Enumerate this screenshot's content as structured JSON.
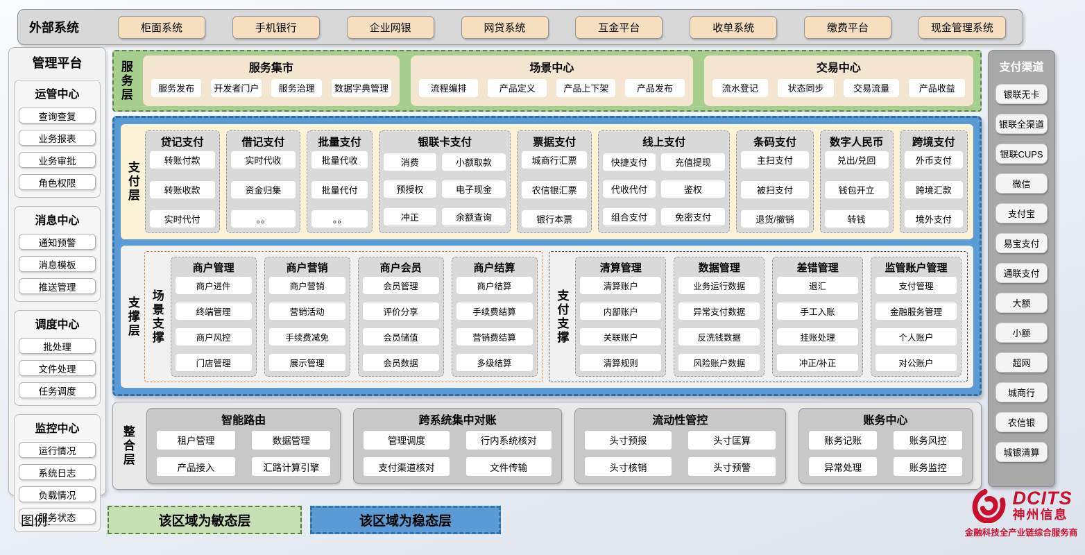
{
  "external": {
    "label": "外部系统",
    "systems": [
      "柜面系统",
      "手机银行",
      "企业网银",
      "网贷系统",
      "互金平台",
      "收单系统",
      "缴费平台",
      "现金管理系统"
    ]
  },
  "mgmt": {
    "title": "管理平台",
    "sections": [
      {
        "title": "运管中心",
        "items": [
          "查询查复",
          "业务报表",
          "业务审批",
          "角色权限"
        ]
      },
      {
        "title": "消息中心",
        "items": [
          "通知预警",
          "消息模板",
          "推送管理"
        ]
      },
      {
        "title": "调度中心",
        "items": [
          "批处理",
          "文件处理",
          "任务调度"
        ]
      },
      {
        "title": "监控中心",
        "items": [
          "运行情况",
          "系统日志",
          "负载情况",
          "服务状态"
        ]
      }
    ]
  },
  "service": {
    "label": "服务层",
    "groups": [
      {
        "title": "服务集市",
        "items": [
          "服务发布",
          "开发者门户",
          "服务治理",
          "数据字典管理"
        ]
      },
      {
        "title": "场景中心",
        "items": [
          "流程编排",
          "产品定义",
          "产品上下架",
          "产品发布"
        ]
      },
      {
        "title": "交易中心",
        "items": [
          "流水登记",
          "状态同步",
          "交易流量",
          "产品收益"
        ]
      }
    ]
  },
  "pay": {
    "label": "支付层",
    "cols": [
      {
        "title": "贷记支付",
        "items": [
          "转账付款",
          "转账收款",
          "实时代付"
        ]
      },
      {
        "title": "借记支付",
        "items": [
          "实时代收",
          "资金归集",
          "。。"
        ]
      },
      {
        "title": "批量支付",
        "items": [
          "批量代收",
          "批量代付",
          "。。"
        ]
      },
      {
        "title": "银联卡支付",
        "items": [
          "消费",
          "小额取款",
          "预授权",
          "电子现金",
          "冲正",
          "余额查询"
        ]
      },
      {
        "title": "票据支付",
        "items": [
          "城商行汇票",
          "农信银汇票",
          "银行本票"
        ]
      },
      {
        "title": "线上支付",
        "items": [
          "快捷支付",
          "充值提现",
          "代收代付",
          "鉴权",
          "组合支付",
          "免密支付"
        ]
      },
      {
        "title": "条码支付",
        "items": [
          "主扫支付",
          "被扫支付",
          "退货/撤销"
        ]
      },
      {
        "title": "数字人民币",
        "items": [
          "兑出/兑回",
          "钱包开立",
          "转钱"
        ]
      },
      {
        "title": "跨境支付",
        "items": [
          "外币支付",
          "跨境汇款",
          "境外支付"
        ]
      }
    ]
  },
  "support": {
    "label": "支撑层",
    "scene": {
      "label": "场景支撑",
      "groups": [
        {
          "title": "商户管理",
          "items": [
            "商户进件",
            "终端管理",
            "商户风控",
            "门店管理"
          ]
        },
        {
          "title": "商户营销",
          "items": [
            "商户营销",
            "营销活动",
            "手续费减免",
            "展示管理"
          ]
        },
        {
          "title": "商户会员",
          "items": [
            "会员管理",
            "评价分享",
            "会员储值",
            "会员数据"
          ]
        },
        {
          "title": "商户结算",
          "items": [
            "商户结算",
            "手续费结算",
            "营销费结算",
            "多级结算"
          ]
        }
      ]
    },
    "paysup": {
      "label": "支付支撑",
      "groups": [
        {
          "title": "清算管理",
          "items": [
            "清算账户",
            "内部账户",
            "关联账户",
            "清算规则"
          ]
        },
        {
          "title": "数据管理",
          "items": [
            "业务运行数据",
            "异常支付数据",
            "反洗钱数据",
            "风险账户数据"
          ]
        },
        {
          "title": "差错管理",
          "items": [
            "退汇",
            "手工入账",
            "挂账处理",
            "冲正/补正"
          ]
        },
        {
          "title": "监管账户管理",
          "items": [
            "支付管理",
            "金融服务管理",
            "个人账户",
            "对公账户"
          ]
        }
      ]
    }
  },
  "integration": {
    "label": "整合层",
    "groups": [
      {
        "title": "智能路由",
        "items": [
          "租户管理",
          "数据管理",
          "产品接入",
          "汇路计算引擎"
        ]
      },
      {
        "title": "跨系统集中对账",
        "items": [
          "管理调度",
          "行内系统核对",
          "支付渠道核对",
          "文件传输"
        ]
      },
      {
        "title": "流动性管控",
        "items": [
          "头寸预报",
          "头寸匡算",
          "头寸核销",
          "头寸预警"
        ]
      },
      {
        "title": "账务中心",
        "items": [
          "账务记账",
          "账务风控",
          "异常处理",
          "账务监控"
        ]
      }
    ]
  },
  "channels": {
    "title": "支付渠道",
    "items": [
      "银联无卡",
      "银联全渠道",
      "银联CUPS",
      "微信",
      "支付宝",
      "易宝支付",
      "通联支付",
      "大额",
      "小额",
      "超网",
      "城商行",
      "农信银",
      "城银清算"
    ]
  },
  "legend": {
    "label": "图例:",
    "agile": "该区域为敏态层",
    "stable": "该区域为稳态层"
  },
  "brand": {
    "name": "DCITS",
    "cn": "神州信息",
    "slogan": "金融科技全产业链综合服务商"
  },
  "colors": {
    "agile_green": "#a6cf8e",
    "legend_green": "#c6e0b4",
    "stable_blue": "#5b9bd5",
    "scene_orange": "#ed7d31",
    "brand_red": "#c8102e"
  }
}
